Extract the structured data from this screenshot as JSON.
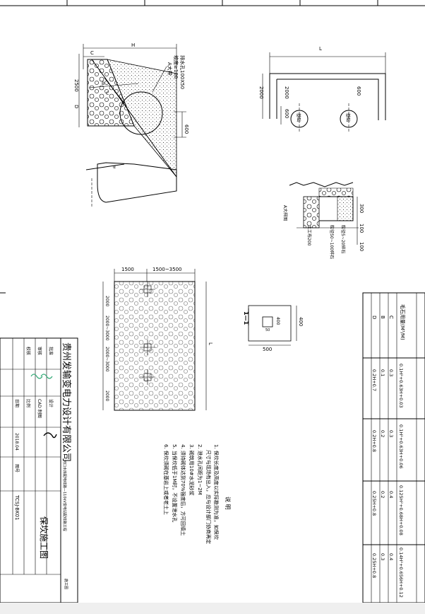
{
  "drawing": {
    "company": "贵州发输变电力设计有限公司",
    "title": "保坎施工图",
    "project": "河口水库配电线路—110kV变电站配线路工程",
    "drawing_no": "TCSJ-BK01",
    "date": "2018.04",
    "revision_label": "施工图",
    "block_labels": {
      "approve": "批准",
      "review": "审核",
      "check": "校核",
      "design": "设计",
      "cad": "CAD 制图",
      "scale": "比例",
      "date": "日期",
      "number": "图号"
    }
  },
  "section_view": {
    "dim_H": "H",
    "dim_2500": "2500",
    "dim_D": "D",
    "dim_C": "C",
    "dim_B": "B",
    "dim_600": "600",
    "label_A": "A大样",
    "drain_note_1": "排水孔100X50",
    "drain_note_2": "坡度≥100"
  },
  "plan_view": {
    "dim_L": "L",
    "dim_2000_left": "2000",
    "dim_2000_inner": "2000",
    "dim_600": "600",
    "dim_600_bottom": "600",
    "circle_1": "基础",
    "circle_2": "基础"
  },
  "detail_A": {
    "title": "A大样图",
    "dim_300": "300",
    "dim_100": "100",
    "dim_100b": "100",
    "note_1": "粒径5~20碎石",
    "note_2": "粒径50~100碎石",
    "note_3": "土工布200"
  },
  "elevation": {
    "dim_1500": "1500",
    "dim_1500_3500": "1500~3500",
    "dim_2000": "2000",
    "dim_2000_3000_a": "2000~3000",
    "dim_2000_3000_b": "2000~3000",
    "dim_2000_b": "2000",
    "dim_L": "L"
  },
  "drain_section": {
    "title": "1—1",
    "dim_400": "400",
    "dim_500": "500",
    "dim_50": "50",
    "dim_400_h": "400"
  },
  "notes": {
    "title": "说 明",
    "items": [
      "1. 保坎长度及高度以实际勘测为准，如保坎",
      "尺寸与现场有出入，应与设计部门协商再定",
      "2. 泄水孔间距为1~2M",
      "3. 砌筑用10#水泥砂浆",
      "4. 须待砌体达到70%强度后，方可回填土",
      "5. 当保坎低于1M时，不设置泄水孔",
      "6. 保坎须砌在基岩上或者老土上"
    ]
  },
  "material_table": {
    "row_headers": [
      "D",
      "B",
      "C",
      "毛石用量(M³/M)"
    ],
    "columns": [
      {
        "D": "0.2H+0.7",
        "B": "0.1",
        "C": "0.3",
        "qty": "0.1H²+0.63H+0.03"
      },
      {
        "D": "0.2H+0.8",
        "B": "0.2",
        "C": "0.3",
        "qty": "0.1H²+0.63H+0.06"
      },
      {
        "D": "0.25H+0.8",
        "B": "0.2",
        "C": "0.4",
        "qty": "0.125H²+0.68H+0.08"
      },
      {
        "D": "0.25H+0.8",
        "B": "0.3",
        "C": "0.4",
        "qty": "0.14H²+0.656H+0.12"
      }
    ]
  }
}
